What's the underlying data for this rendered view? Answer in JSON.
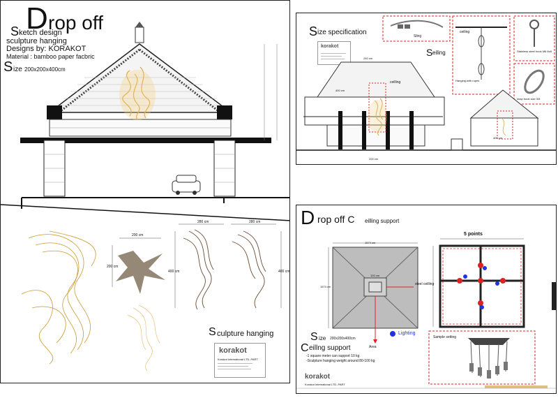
{
  "left_panel": {
    "title_D": "D",
    "title_rest": "rop off",
    "subtitle_S": "S",
    "subtitle_rest": "ketch design",
    "line2": "sculpture hanging",
    "designer": "Designs by: KORAKOT",
    "material": "Material : bamboo paper facbric",
    "size_S": "S",
    "size_rest": "ize",
    "size_value": "200x200x400cm",
    "section_title_S": "S",
    "section_title_rest": "culpture hanging",
    "dims": [
      "200 cm",
      "200 cm",
      "280 cm",
      "400 cm",
      "280 cm",
      "400 cm"
    ],
    "brand": "korakot",
    "company": "Korakot International LTD.,PART"
  },
  "top_right": {
    "title_S": "S",
    "title_rest": "ize specification",
    "ceiling_S": "S",
    "ceiling_rest": "eiling",
    "labels": {
      "sling": "Sling",
      "ceiling": "ceiling",
      "hanging_with_rope": "Hanging with ropes",
      "steel_hook": "Stainless steel hook M6 8x8",
      "snap_hook": "snap hook size 3/8",
      "ceilling_tag": "ceilling",
      "dim1": "240 cm",
      "dim2": "400 cm",
      "dim3": "200 cm",
      "dim4": "400 cm"
    },
    "brand": "korakot"
  },
  "bottom_right": {
    "title_D": "D",
    "title_rest": "rop off C",
    "title_rest2": "eilling support",
    "points_label": "5 points",
    "steel_ceiling": "steel ceilling",
    "area_label": "Area",
    "lighting_label": "Lighting",
    "size_S": "S",
    "size_rest": "ize",
    "size_value": "200x200x400cm",
    "support_C": "C",
    "support_rest": "eillng support",
    "note1": "-1 square meter can support 10 kg",
    "note2": "-Sculpture hanging weight around 80-100 kg",
    "sample_setting": "Sample setting",
    "brand": "korakot",
    "company": "Korakot International LTD.,PART",
    "dim_top": "1574 cm",
    "dim_side": "1574 cm",
    "dim_inner": "120 cm"
  },
  "colors": {
    "gold": "#c99a2e",
    "red": "#d22",
    "blue": "#2233dd",
    "dark": "#111111"
  }
}
